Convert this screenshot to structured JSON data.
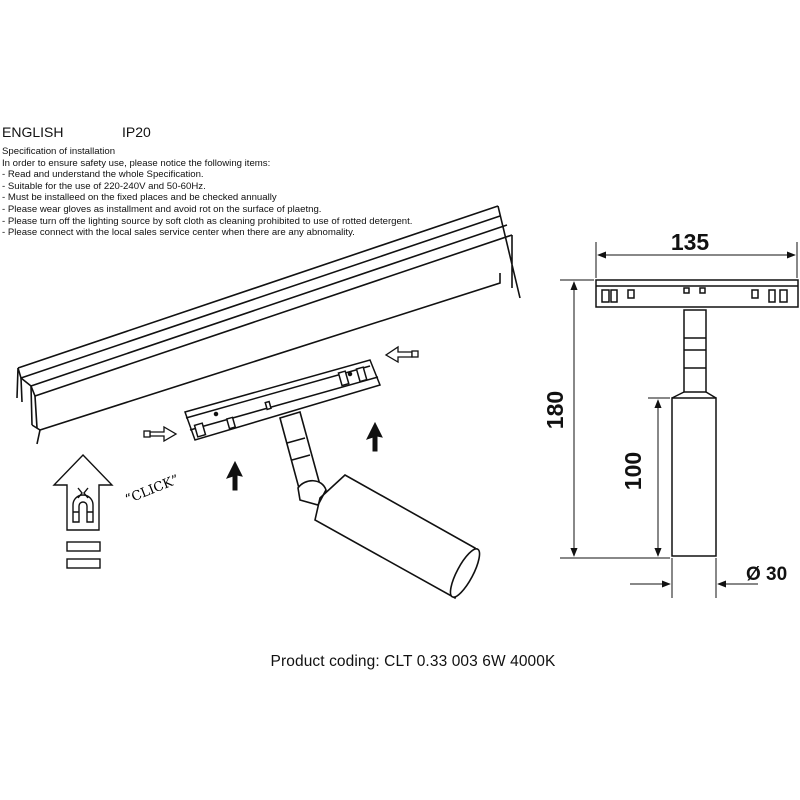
{
  "header": {
    "language": "ENGLISH",
    "ip_rating": "IP20"
  },
  "spec": {
    "title": "Specification of installation",
    "intro": "In order to ensure safety use, please notice the following items:",
    "items": [
      "- Read and understand the whole Specification.",
      "- Suitable for the use of 220-240V and 50-60Hz.",
      "- Must be installeed on the fixed places and be checked annually",
      "- Please wear gloves as installment and avoid rot on the surface of plaetng.",
      "- Please turn off the lighting source by soft cloth as cleaning prohibited to use of rotted detergent.",
      "- Please connect with the local sales service center when there are any abnomality."
    ]
  },
  "diagram": {
    "click_label": "“CLICK”",
    "dimensions": {
      "width": "135",
      "height": "180",
      "body_length": "100",
      "diameter": "Ø 30"
    }
  },
  "footer": {
    "product_coding": "Product coding: CLT 0.33 003 6W 4000K"
  }
}
